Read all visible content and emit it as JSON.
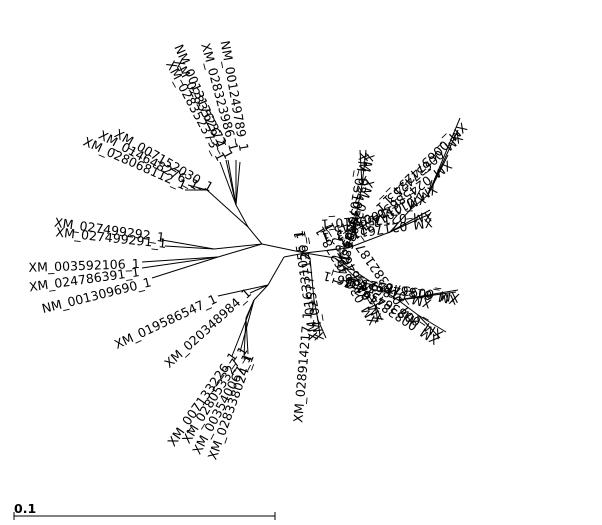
{
  "scale_bar": {
    "label": "0.1"
  },
  "leaves": [
    {
      "id": "XM_028352372_1"
    },
    {
      "id": "XM_028352373_1"
    },
    {
      "id": "NM_001317626_1"
    },
    {
      "id": "XM_028323986_1"
    },
    {
      "id": "NM_001249789_1"
    },
    {
      "id": "XM_007152030_1"
    },
    {
      "id": "XM_014648276_1"
    },
    {
      "id": "XM_028068112_1"
    },
    {
      "id": "XM_027499292_1"
    },
    {
      "id": "XM_027499291_1"
    },
    {
      "id": "XM_003592106_1"
    },
    {
      "id": "XM_024786391_1"
    },
    {
      "id": "NM_001309690_1"
    },
    {
      "id": "XM_019586547_1"
    },
    {
      "id": "XM_020348984_1"
    },
    {
      "id": "XM_007133226_1"
    },
    {
      "id": "XM_028053327_1"
    },
    {
      "id": "XM_003540067_1"
    },
    {
      "id": "XM_028338024_1"
    },
    {
      "id": "XM_028914217_1"
    },
    {
      "id": "XM_016331055_1"
    },
    {
      "id": "XM_025777126_1"
    },
    {
      "id": "XM_030646278_1"
    },
    {
      "id": "XM_030646322_1"
    },
    {
      "id": "XM_008382187_1"
    },
    {
      "id": "XM_008382167_1"
    },
    {
      "id": "XM_008364574_1"
    },
    {
      "id": "XM_018651666_1"
    },
    {
      "id": "XM_018646523_1"
    },
    {
      "id": "XM_009377294_1"
    },
    {
      "id": "XM_021761173_1"
    },
    {
      "id": "XM_021759210_1"
    },
    {
      "id": "XM_011003645_1"
    },
    {
      "id": "XM_011012321_1"
    },
    {
      "id": "XM_024586304_1"
    },
    {
      "id": "XM_006374253_1"
    },
    {
      "id": "XM_006374254_1"
    },
    {
      "id": "XM_024036870_1"
    },
    {
      "id": "XM_031079524_1"
    },
    {
      "id": "XM_024036863_1"
    }
  ]
}
